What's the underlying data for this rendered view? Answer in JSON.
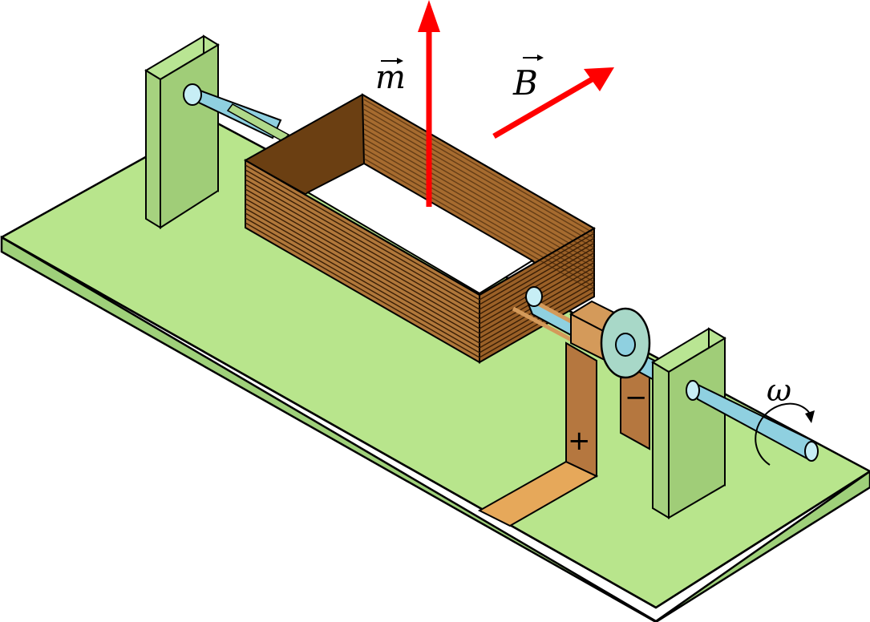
{
  "labels": {
    "magnetic_moment": "m",
    "magnetic_field": "B",
    "angular_velocity": "ω",
    "plus_terminal": "+",
    "minus_terminal": "−"
  },
  "colors": {
    "base_top": "#b8e58c",
    "base_side": "#9fd07a",
    "support_front": "#9fcf7a",
    "support_side": "#b9e593",
    "coil": "#b0773a",
    "coil_dark": "#6b3f12",
    "brush": "#b5773f",
    "strip": "#e6a85a",
    "commutator": "#d49a5a",
    "commutator_face": "#a8d8c8",
    "axle": "#8fd0e0",
    "vector": "#ff0000"
  }
}
